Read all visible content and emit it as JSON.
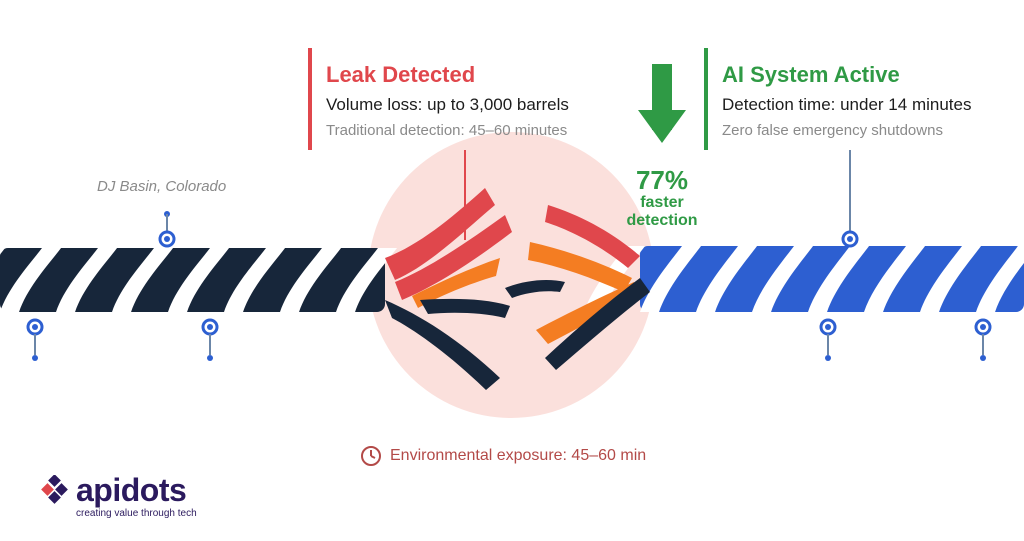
{
  "leak": {
    "title": "Leak Detected",
    "line1": "Volume loss: up to 3,000 barrels",
    "line2": "Traditional detection: 45–60 minutes"
  },
  "ai": {
    "title": "AI System Active",
    "line1": "Detection time: under 14 minutes",
    "line2": "Zero false emergency shutdowns"
  },
  "location": "DJ Basin, Colorado",
  "improvement": {
    "percent": "77%",
    "line1": "faster",
    "line2": "detection"
  },
  "exposure": "Environmental exposure: 45–60 min",
  "logo": {
    "name": "apidots",
    "tagline": "creating value through tech"
  },
  "colors": {
    "rope_dark": "#17263a",
    "rope_blue": "#2d5fd1",
    "leak_red": "#e0474c",
    "success_green": "#2f9a45",
    "accent_orange": "#f47d22",
    "break_halo": "#fbe0dc",
    "brand": "#2b1a5e"
  },
  "icons": [
    "down-arrow-icon",
    "clock-icon",
    "logo-mark-icon"
  ]
}
